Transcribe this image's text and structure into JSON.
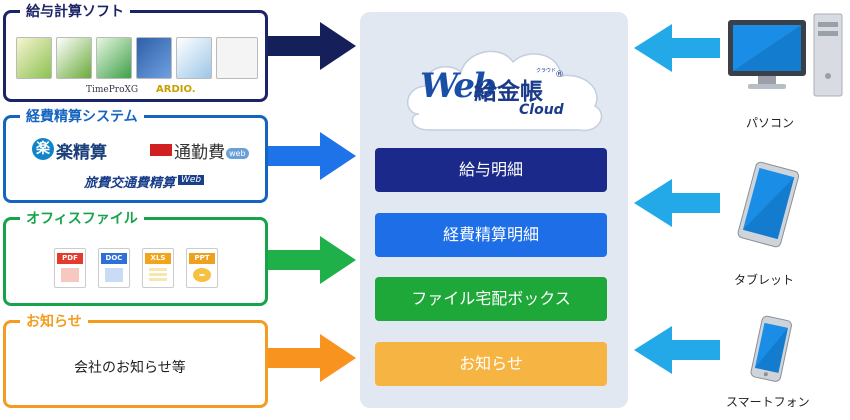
{
  "sources": [
    {
      "title": "給与計算ソフト",
      "color": "#1b2466",
      "logos": [
        "TimeProXG",
        "ARDIO."
      ]
    },
    {
      "title": "経費精算システム",
      "color": "#1565c0",
      "logos": [
        "楽",
        "楽精算",
        "通勤費",
        "web",
        "旅費交通費精算",
        "Web"
      ]
    },
    {
      "title": "オフィスファイル",
      "color": "#16a34a",
      "files": [
        "PDF",
        "DOC",
        "XLS",
        "PPT"
      ]
    },
    {
      "title": "お知らせ",
      "color": "#f39c1f",
      "text": "会社のお知らせ等"
    }
  ],
  "product": {
    "logo_web": "Web",
    "logo_jp": "給金帳",
    "logo_ruby": "クラウド",
    "logo_reg": "®",
    "logo_sub": "Cloud"
  },
  "features": [
    {
      "label": "給与明細",
      "color": "#1b2a8a"
    },
    {
      "label": "経費精算明細",
      "color": "#1e6ee8"
    },
    {
      "label": "ファイル宅配ボックス",
      "color": "#1fa83a"
    },
    {
      "label": "お知らせ",
      "color": "#f6b442"
    }
  ],
  "devices": [
    {
      "label": "パソコン",
      "icon": "desktop-pc-icon"
    },
    {
      "label": "タブレット",
      "icon": "tablet-icon"
    },
    {
      "label": "スマートフォン",
      "icon": "smartphone-icon"
    }
  ],
  "arrow_color_device": "#23a8e8"
}
